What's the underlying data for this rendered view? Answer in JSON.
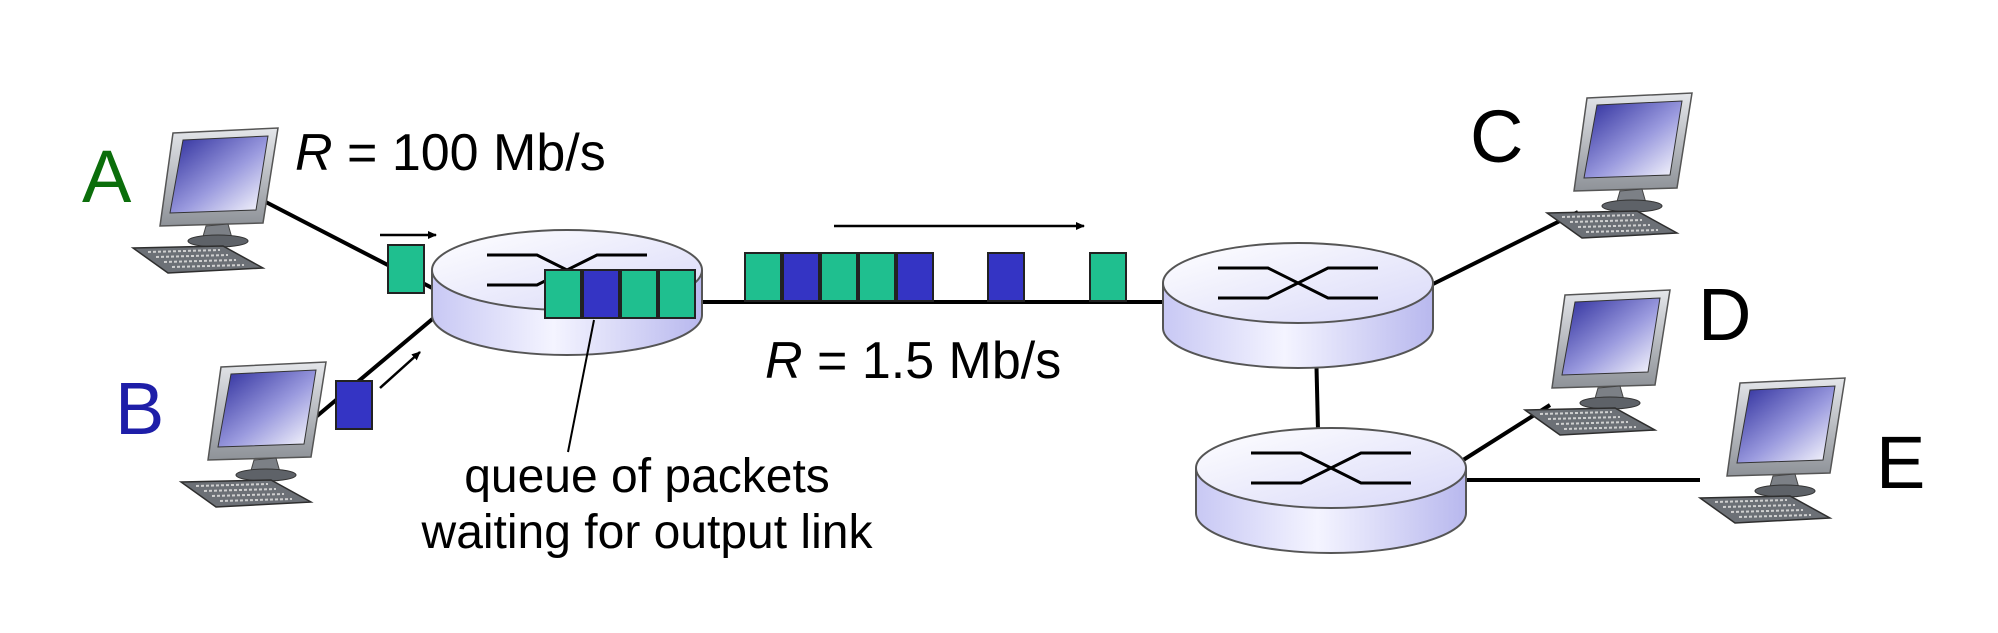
{
  "hosts": {
    "a": {
      "label": "A",
      "color": "#0b6e0b"
    },
    "b": {
      "label": "B",
      "color": "#1e1ea8"
    },
    "c": {
      "label": "C",
      "color": "#000000"
    },
    "d": {
      "label": "D",
      "color": "#000000"
    },
    "e": {
      "label": "E",
      "color": "#000000"
    }
  },
  "links": {
    "access": {
      "var": "R",
      "value": " = 100 Mb/s"
    },
    "bottleneck": {
      "var": "R",
      "value": " = 1.5 Mb/s"
    }
  },
  "caption": {
    "line1": "queue of packets",
    "line2": "waiting for output link"
  },
  "colors": {
    "packet_a": "#1fbf8f",
    "packet_b": "#3434c4",
    "router_light": "#f2f2ff",
    "router_dark": "#bcbcf0"
  }
}
